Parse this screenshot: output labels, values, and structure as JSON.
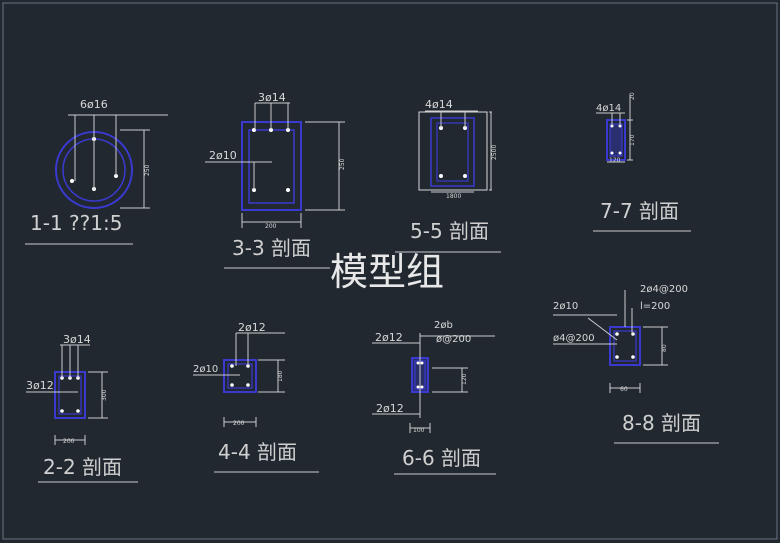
{
  "watermark": "模型组",
  "sections": {
    "s1": {
      "title": "1-1 ??1:5",
      "rebar_main": "6ø16",
      "dim_height": "250"
    },
    "s2": {
      "title": "2-2  剖面",
      "rebar_top": "3ø14",
      "rebar_side": "3ø12",
      "dim_height": "300",
      "dim_width": "200"
    },
    "s3": {
      "title": "3-3  剖面",
      "rebar_top": "3ø14",
      "rebar_side": "2ø10",
      "dim_height": "250",
      "dim_width": "200"
    },
    "s4": {
      "title": "4-4  剖面",
      "rebar_top": "2ø12",
      "rebar_side": "2ø10",
      "dim_height": "180",
      "dim_width": "200"
    },
    "s5": {
      "title": "5-5  剖面",
      "rebar_top": "4ø14",
      "dim_height": "2500",
      "dim_width": "1800"
    },
    "s6": {
      "title": "6-6  剖面",
      "rebar_top": "2ø12",
      "rebar_bottom": "2ø12",
      "rebar_label_a": "2øb",
      "rebar_label_b": "ø@200",
      "dim_height": "120",
      "dim_width": "100"
    },
    "s7": {
      "title": "7-7  剖面",
      "rebar_top": "4ø14",
      "dim_a": "20",
      "dim_b": "170",
      "dim_width": "120"
    },
    "s8": {
      "title": "8-8  剖面",
      "rebar_a": "2ø10",
      "rebar_b": "ø4@200",
      "rebar_c": "2ø4@200",
      "rebar_d": "l=200",
      "dim_height": "80",
      "dim_width": "60"
    }
  }
}
